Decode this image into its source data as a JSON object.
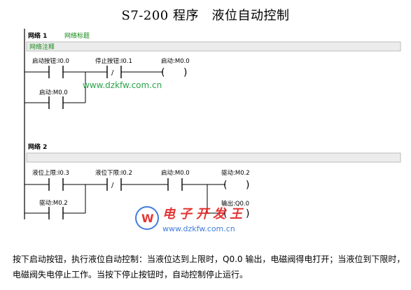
{
  "title": "S7-200 程序　液位自动控制",
  "colors": {
    "ink": "#000000",
    "comment_bar_fill": "#ececec",
    "comment_bar_border": "#bdbdbd",
    "network_title": "#1b8a1b",
    "watermark_text": "#2aa44a",
    "logo_red": "#e02020",
    "logo_blue": "#2c6fd6"
  },
  "network1": {
    "header_label": "网络 1",
    "title_label": "网络标题",
    "comment_label": "网络注释",
    "contacts": [
      {
        "label": "启动按钮:I0.0",
        "type": "NO"
      },
      {
        "label": "停止按钮:I0.1",
        "type": "NC"
      },
      {
        "label": "启动:M0.0",
        "type": "NO"
      }
    ],
    "coils": [
      {
        "label": "启动:M0.0"
      }
    ]
  },
  "network2": {
    "header_label": "网络 2",
    "contacts": [
      {
        "label": "液位上限:I0.3",
        "type": "NO"
      },
      {
        "label": "液位下限:I0.2",
        "type": "NC"
      },
      {
        "label": "启动:M0.0",
        "type": "NO"
      },
      {
        "label": "驱动:M0.2",
        "type": "NO"
      }
    ],
    "coils": [
      {
        "label": "驱动:M0.2"
      },
      {
        "label": "输出:Q0.0"
      }
    ]
  },
  "watermarks": {
    "url": "www.dzkfw.com.cn",
    "logo_text": "电子开发王"
  },
  "caption": "按下启动按钮，执行液位自动控制：当液位达到上限时，Q0.0 输出，电磁阀得电打开；当液位到下限时，电磁阀失电停止工作。当按下停止按钮时，自动控制停止运行。"
}
